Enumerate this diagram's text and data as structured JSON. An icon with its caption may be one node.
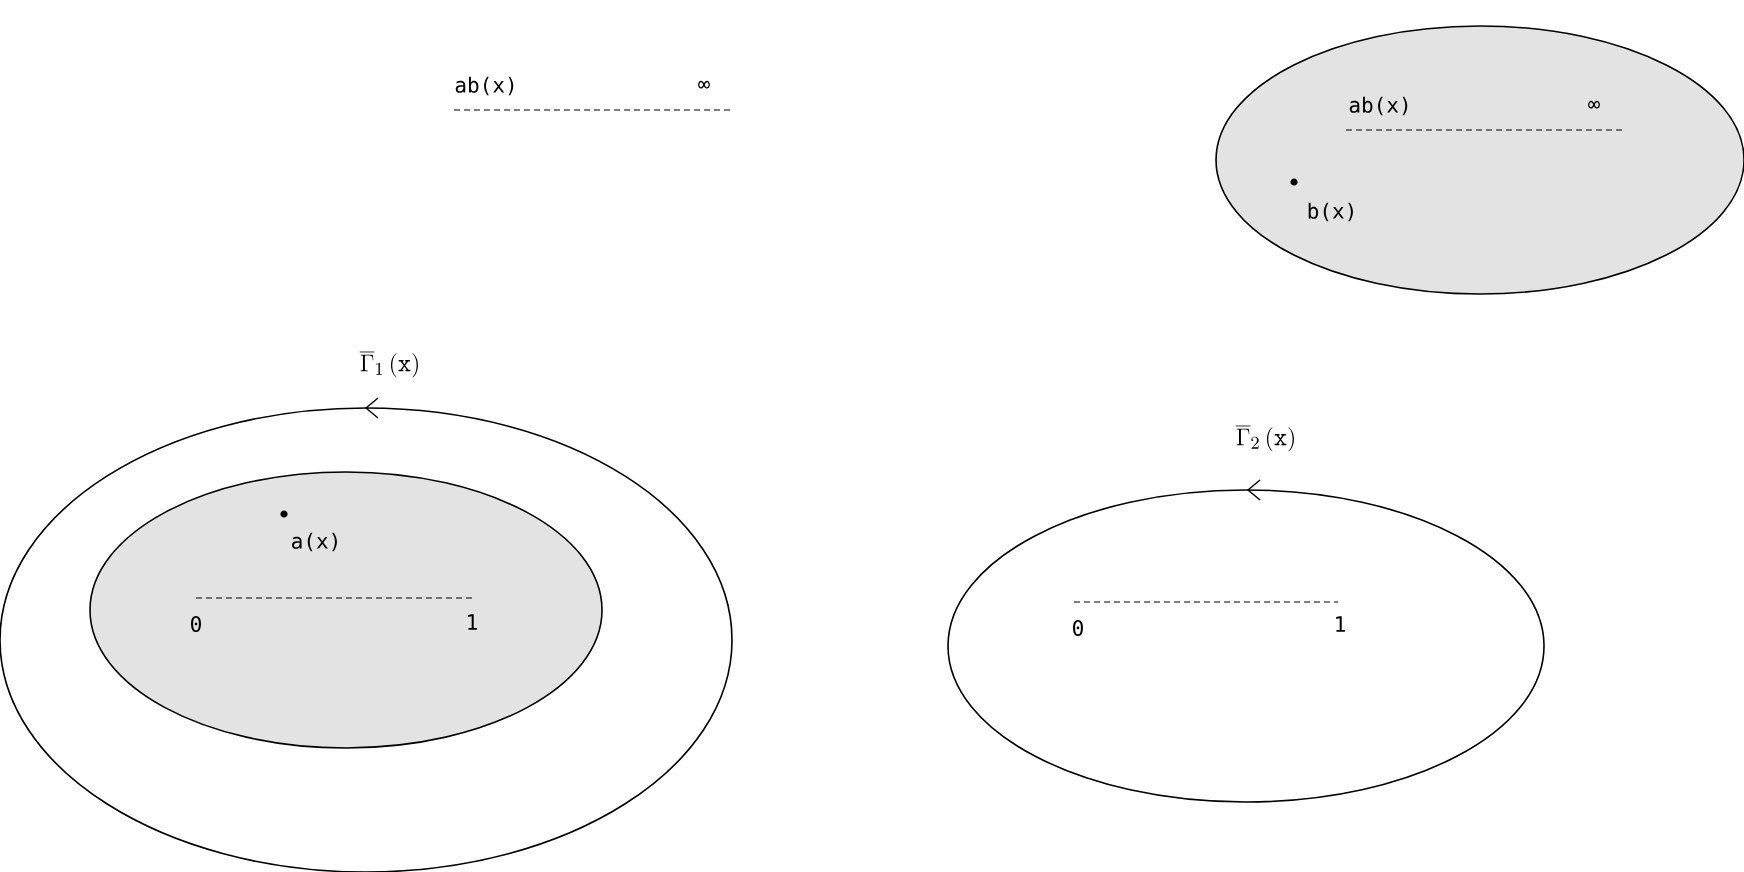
{
  "diagram": {
    "nodes": [
      {
        "text": [
          "\\overline{\\Gamma}_{1}\\,\\mathtt{(x)}"
        ]
      },
      {
        "text": [
          "a(x)",
          "0",
          "1"
        ],
        "in": 0
      },
      {
        "text": [
          "\\overline{\\Gamma}_{2}\\,\\mathtt{(x)}",
          "0",
          "1"
        ]
      },
      {
        "text": [
          "ab(x)",
          "∞",
          "b(x)"
        ]
      }
    ],
    "labels": [
      "ab(x)",
      "∞"
    ]
  }
}
